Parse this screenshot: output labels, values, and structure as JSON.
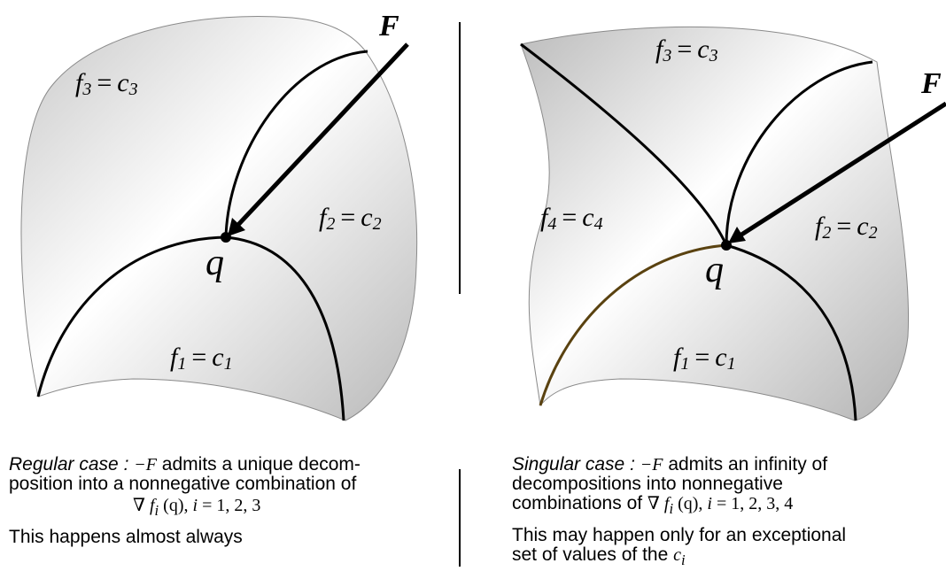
{
  "left_panel": {
    "force_label": "F",
    "point_label": "q",
    "regions": [
      {
        "f": "f",
        "sub": "3",
        "eq": "=",
        "c": "c",
        "csub": "3"
      },
      {
        "f": "f",
        "sub": "2",
        "eq": "=",
        "c": "c",
        "csub": "2"
      },
      {
        "f": "f",
        "sub": "1",
        "eq": "=",
        "c": "c",
        "csub": "1"
      }
    ],
    "caption": {
      "case_label": "Regular case :",
      "neg_f": "−F",
      "line1_rest": " admits a unique decom-",
      "line2": "position into a nonnegative combination of",
      "math_grad": "∇",
      "math_f": "f",
      "math_i": "i",
      "math_q": " (q), ",
      "math_i2": "i",
      "math_rest": " = 1, 2, 3",
      "note": "This happens almost always"
    }
  },
  "right_panel": {
    "force_label": "F",
    "point_label": "q",
    "regions": [
      {
        "f": "f",
        "sub": "3",
        "eq": "=",
        "c": "c",
        "csub": "3"
      },
      {
        "f": "f",
        "sub": "4",
        "eq": "=",
        "c": "c",
        "csub": "4"
      },
      {
        "f": "f",
        "sub": "2",
        "eq": "=",
        "c": "c",
        "csub": "2"
      },
      {
        "f": "f",
        "sub": "1",
        "eq": "=",
        "c": "c",
        "csub": "1"
      }
    ],
    "caption": {
      "case_label": "Singular case :",
      "neg_f": "−F",
      "line1_rest": " admits an infinity of",
      "line2": "decompositions into nonnegative",
      "line3_start": "combinations of ",
      "math_grad": "∇",
      "math_f": "f",
      "math_i": "i",
      "math_q": " (q), ",
      "math_i2": "i",
      "math_rest": " = 1, 2, 3, 4",
      "note_line1": "This may happen only for an exceptional",
      "note_line2": "set of values of the ",
      "note_c": "c",
      "note_ci": "i"
    }
  },
  "colors": {
    "surface_light": "#ffffff",
    "surface_dark": "#bdbdbd",
    "curve": "#000000",
    "special_curve": "#5a4210",
    "divider": "#000000"
  }
}
